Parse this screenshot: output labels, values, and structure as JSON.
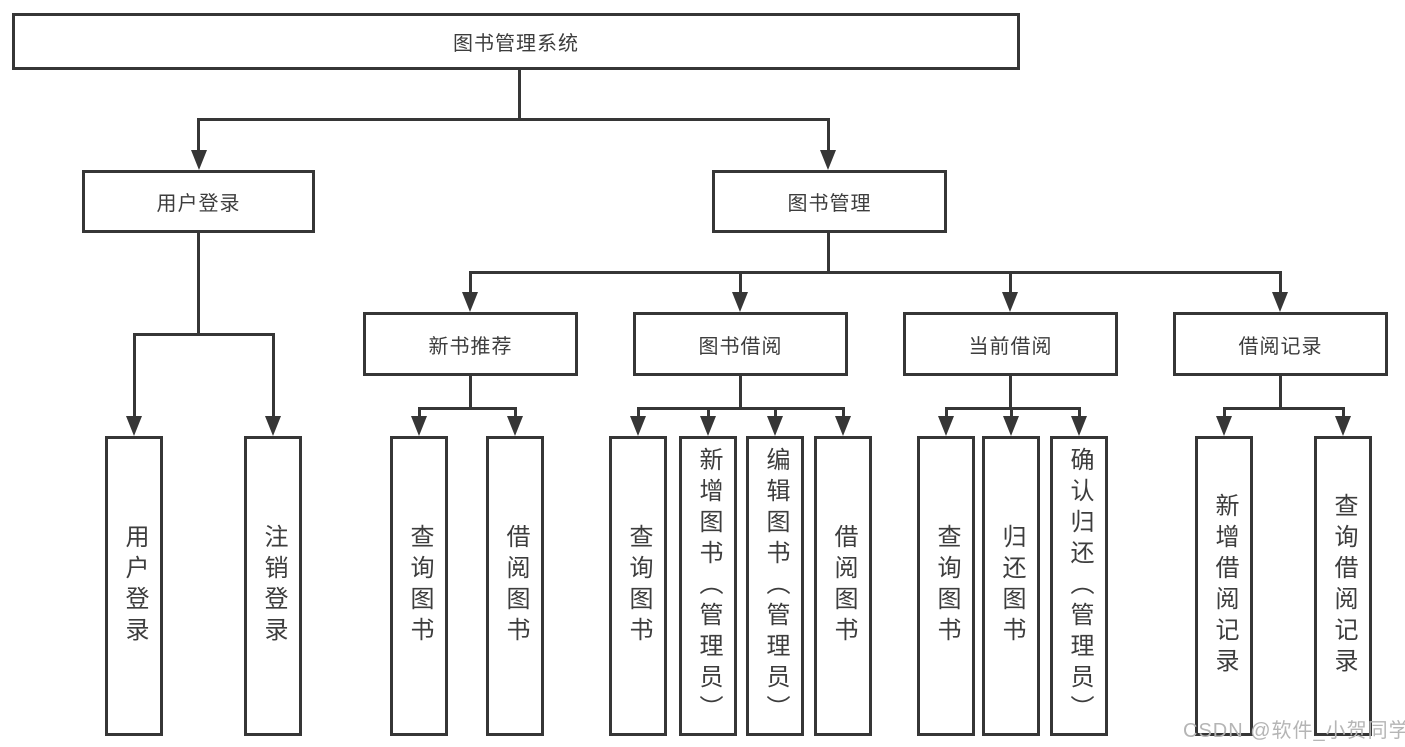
{
  "tree": {
    "root": "图书管理系统",
    "children": [
      {
        "label": "用户登录",
        "children": [
          {
            "label": "用户登录"
          },
          {
            "label": "注销登录"
          }
        ]
      },
      {
        "label": "图书管理",
        "children": [
          {
            "label": "新书推荐",
            "children": [
              {
                "label": "查询图书"
              },
              {
                "label": "借阅图书"
              }
            ]
          },
          {
            "label": "图书借阅",
            "children": [
              {
                "label": "查询图书"
              },
              {
                "label": "新增图书（管理员）"
              },
              {
                "label": "编辑图书（管理员）"
              },
              {
                "label": "借阅图书"
              }
            ]
          },
          {
            "label": "当前借阅",
            "children": [
              {
                "label": "查询图书"
              },
              {
                "label": "归还图书"
              },
              {
                "label": "确认归还（管理员）"
              }
            ]
          },
          {
            "label": "借阅记录",
            "children": [
              {
                "label": "新增借阅记录"
              },
              {
                "label": "查询借阅记录"
              }
            ]
          }
        ]
      }
    ]
  },
  "watermark": {
    "text": "CSDN @软件_小贺同学"
  },
  "colors": {
    "line": "#363636",
    "text": "#3d3d3d",
    "watermark": "#b5b5b5",
    "background": "#ffffff"
  }
}
